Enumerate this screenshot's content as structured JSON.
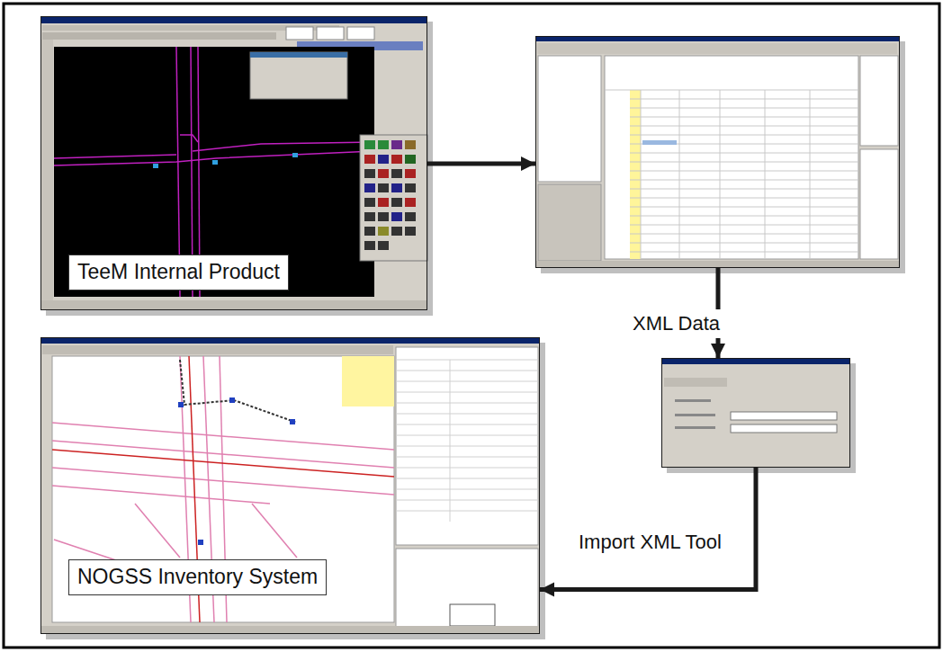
{
  "diagram": {
    "nodes": [
      {
        "text": [
          "TeeM Internal Product"
        ]
      },
      {
        "text": [
          "XML Data"
        ]
      },
      {
        "text": [
          "Import XML Tool"
        ]
      },
      {
        "text": [
          "NOGSS Inventory System"
        ]
      }
    ],
    "edges": [
      {
        "from": 0,
        "to": 1,
        "arrow": "to"
      },
      {
        "from": 1,
        "to": 2,
        "arrow": "to"
      },
      {
        "from": 2,
        "to": 3,
        "arrow": "to"
      }
    ]
  }
}
